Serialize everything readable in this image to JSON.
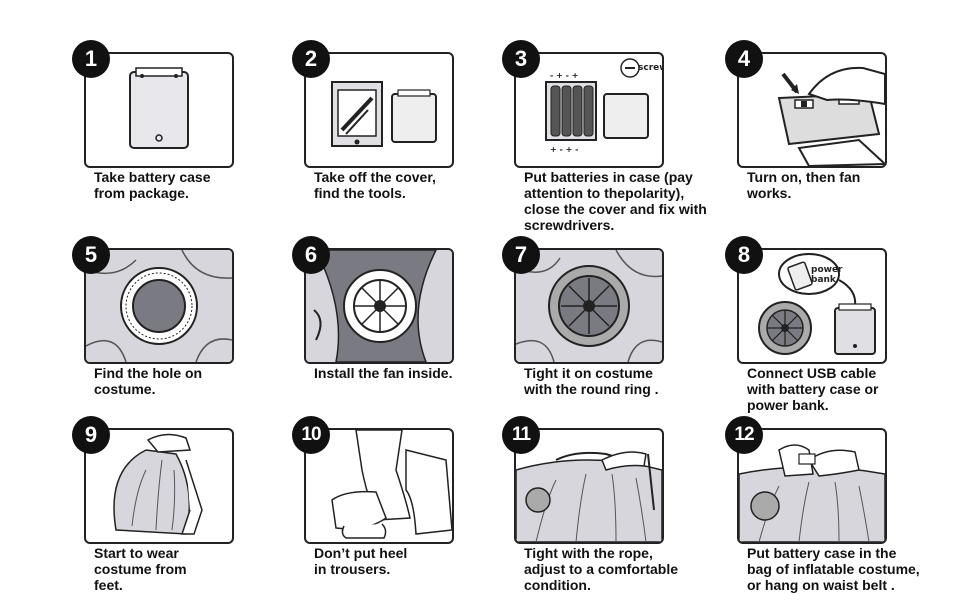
{
  "steps": [
    {
      "num": "1",
      "lines": [
        "Take battery case",
        "from package."
      ]
    },
    {
      "num": "2",
      "lines": [
        "Take off the cover,",
        "find the tools."
      ]
    },
    {
      "num": "3",
      "lines": [
        "Put batteries in case (pay",
        "attention to thepolarity),",
        "close the cover and fix with",
        "screwdrivers."
      ],
      "labels": {
        "screw": "screw",
        "top_polarity": "-  +  -  +",
        "bottom_polarity": "+  -  +  -"
      }
    },
    {
      "num": "4",
      "lines": [
        "Turn on, then fan",
        "works."
      ]
    },
    {
      "num": "5",
      "lines": [
        "Find the hole on",
        "costume."
      ]
    },
    {
      "num": "6",
      "lines": [
        "Install the fan inside."
      ]
    },
    {
      "num": "7",
      "lines": [
        "Tight it on costume",
        "with the round ring ."
      ]
    },
    {
      "num": "8",
      "lines": [
        "Connect USB cable",
        "with battery case or",
        " power bank."
      ],
      "labels": {
        "power_bank_1": "power",
        "power_bank_2": "bank"
      }
    },
    {
      "num": "9",
      "lines": [
        "Start to wear",
        "costume from",
        "feet."
      ]
    },
    {
      "num": "10",
      "lines": [
        "Don’t put heel",
        "in trousers."
      ]
    },
    {
      "num": "11",
      "lines": [
        "Tight with the rope,",
        "adjust to a comfortable",
        "condition."
      ]
    },
    {
      "num": "12",
      "lines": [
        "Put battery case in the",
        "bag of inflatable costume,",
        "or hang on waist belt ."
      ]
    }
  ],
  "colors": {
    "ink": "#111111",
    "fabric": "#d6d6dc",
    "hole": "#7a7a82",
    "badge": "#111111"
  }
}
